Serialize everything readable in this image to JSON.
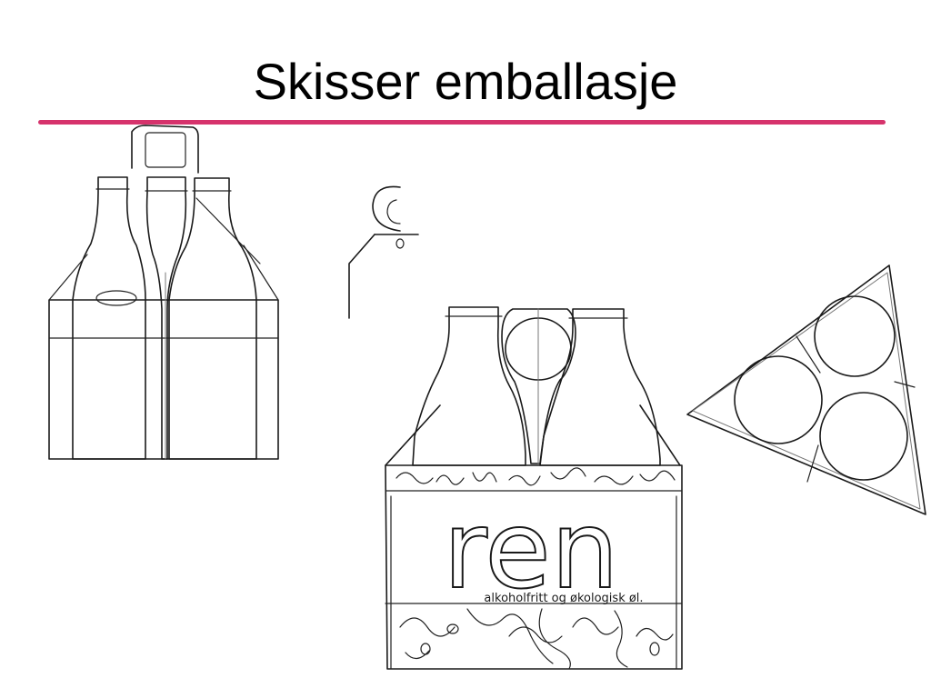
{
  "slide": {
    "title": "Skisser emballasje",
    "accent_color": "#d6336c"
  },
  "sketch_box": {
    "brand_text": "ren",
    "tagline": "alkoholfritt og økologisk øl."
  }
}
